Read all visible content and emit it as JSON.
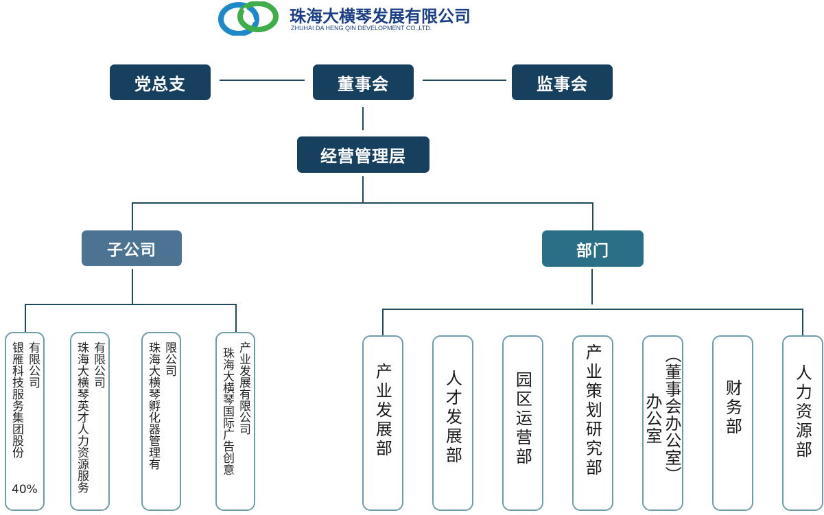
{
  "header": {
    "company_cn": "珠海大横琴发展有限公司",
    "company_en": "ZHUHAI DA HENG QIN DEVELOPMENT CO.,LTD."
  },
  "top": {
    "party": "党总支",
    "board": "董事会",
    "supervisors": "监事会"
  },
  "management": "经营管理层",
  "subsidiaries": {
    "title": "子公司",
    "items": [
      {
        "col1": "有限公司",
        "col2": "银雁科技服务集团股份",
        "extra": "40%"
      },
      {
        "col1": "有限公司",
        "col2": "珠海大横琴英才人力资源服务"
      },
      {
        "col1": "限公司",
        "col2": "珠海大横琴孵化器管理有"
      },
      {
        "col1": "产业发展有限公司",
        "col2": "珠海大横琴国际广告创意"
      }
    ]
  },
  "departments": {
    "title": "部门",
    "items": [
      {
        "col1": "产业发展部"
      },
      {
        "col1": "人才发展部"
      },
      {
        "col1": "园区运营部"
      },
      {
        "col1": "产业策划研究部"
      },
      {
        "col1": "（董事会办公室）",
        "col2": "办公室"
      },
      {
        "col1": "财务部"
      },
      {
        "col1": "人力资源部"
      }
    ]
  }
}
